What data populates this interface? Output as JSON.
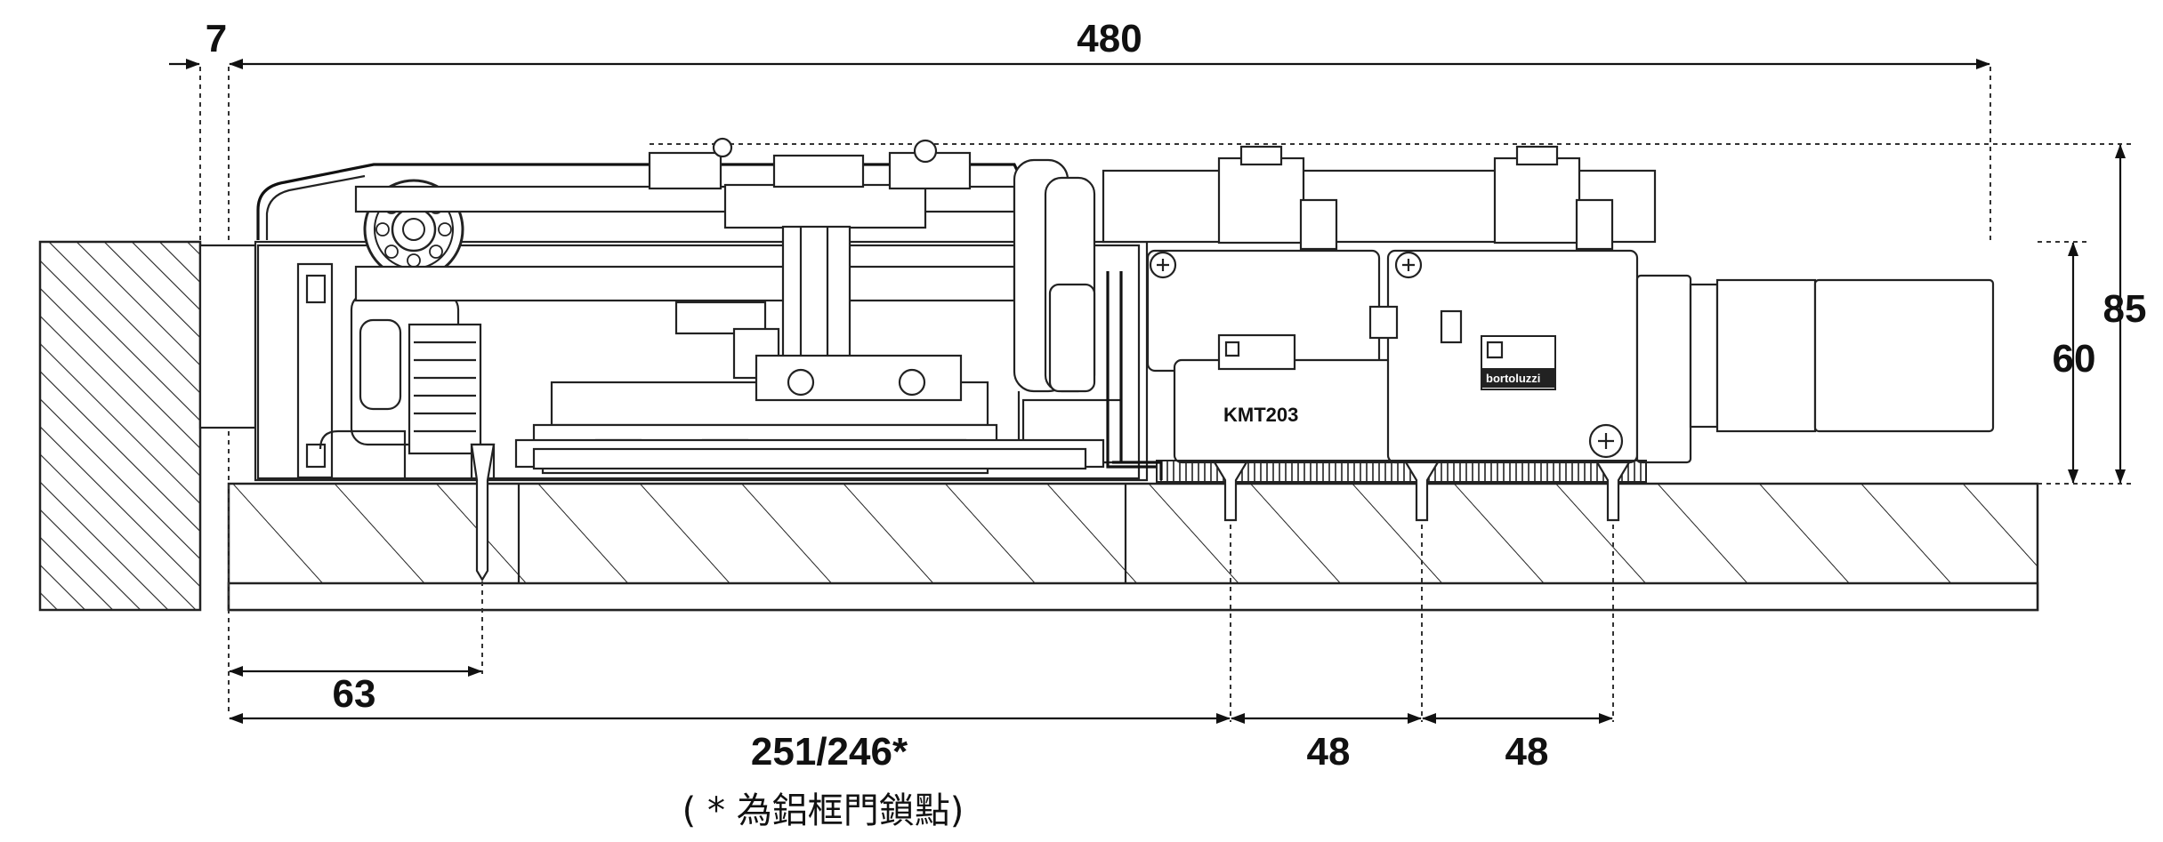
{
  "dimensions": {
    "top_offset": "7",
    "overall_length": "480",
    "total_height": "85",
    "body_height": "60",
    "screw_position": "63",
    "fixing_point": "251/246*",
    "spacing_a": "48",
    "spacing_b": "48"
  },
  "unit_label": "KMT203",
  "brand_label": "bortoluzzi",
  "footnote": "( * 為鋁框門鎖點)",
  "colors": {
    "line": "#222222",
    "background": "#ffffff"
  }
}
